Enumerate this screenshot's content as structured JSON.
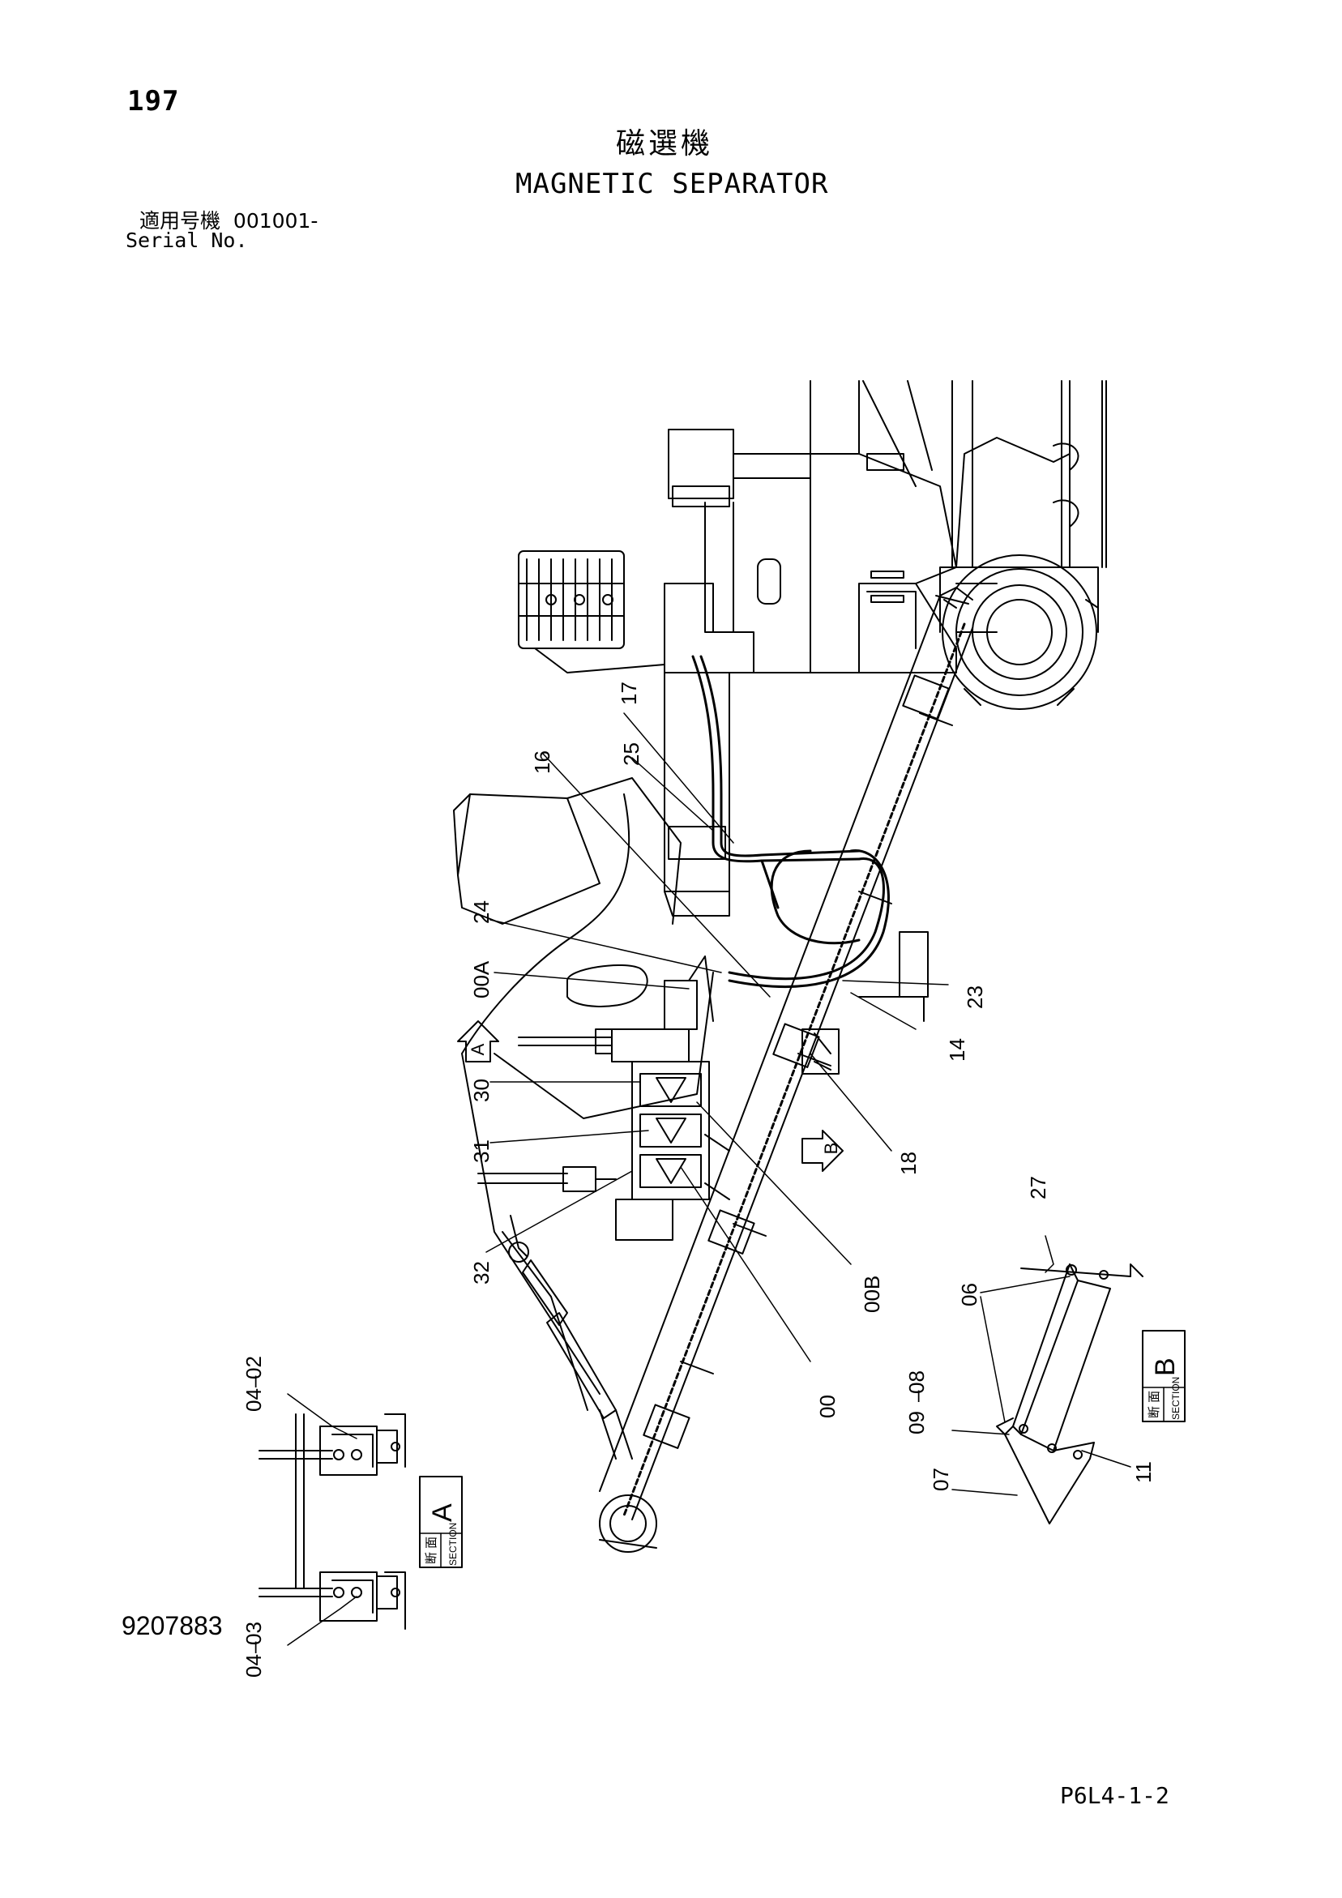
{
  "header": {
    "page_number": "197",
    "title_jp": "磁選機",
    "title_en": "MAGNETIC SEPARATOR",
    "serial_label_jp": "適用号機",
    "serial_value": "001001-",
    "serial_label_en": "Serial No."
  },
  "callouts": [
    "17",
    "16",
    "25",
    "24",
    "00A",
    "23",
    "14",
    "30",
    "31",
    "18",
    "32",
    "00B",
    "00",
    "27",
    "06",
    "09",
    "08",
    "07",
    "11",
    "04",
    "02",
    "03"
  ],
  "sections": {
    "a": {
      "jp": "断 面",
      "en": "SECTION",
      "letter": "A"
    },
    "b": {
      "jp": "断 面",
      "en": "SECTION",
      "letter": "B"
    }
  },
  "view_arrows": {
    "a": "A",
    "b": "B"
  },
  "footer": {
    "document_number": "9207883",
    "page_code": "P6L4-1-2"
  }
}
